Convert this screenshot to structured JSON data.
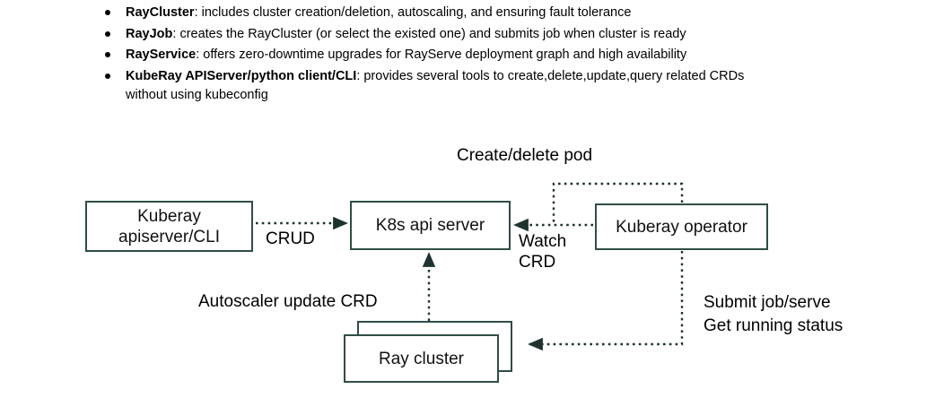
{
  "slide": {
    "bullets": [
      {
        "term": "RayCluster",
        "rest": ": includes cluster creation/deletion, autoscaling, and ensuring fault tolerance"
      },
      {
        "term": "RayJob",
        "rest": ": creates the RayCluster (or select the existed one) and submits job when cluster is ready"
      },
      {
        "term": "RayService",
        "rest": ": offers zero-downtime upgrades for RayServe deployment graph and high availability"
      },
      {
        "term": "KubeRay APIServer/python client/CLI",
        "rest": ": provides several tools to create,delete,update,query related CRDs"
      }
    ],
    "bullet_continuation": "without using kubeconfig"
  },
  "diagram": {
    "nodes": {
      "kuberay_apiserver": {
        "line1": "Kuberay",
        "line2": "apiserver/CLI"
      },
      "k8s_api_server": {
        "label": "K8s api server"
      },
      "kuberay_operator": {
        "label": "Kuberay operator"
      },
      "ray_cluster": {
        "label": "Ray cluster"
      }
    },
    "edge_labels": {
      "crud": "CRUD",
      "create_delete_pod": "Create/delete pod",
      "watch_crd_line1": "Watch",
      "watch_crd_line2": "CRD",
      "autoscaler_update_crd": "Autoscaler update CRD",
      "submit_line1": "Submit job/serve",
      "submit_line2": "Get running status"
    }
  },
  "colors": {
    "box_border": "#2e4d47",
    "edge_stroke": "#1d332f",
    "text": "#000000",
    "background": "#ffffff"
  }
}
